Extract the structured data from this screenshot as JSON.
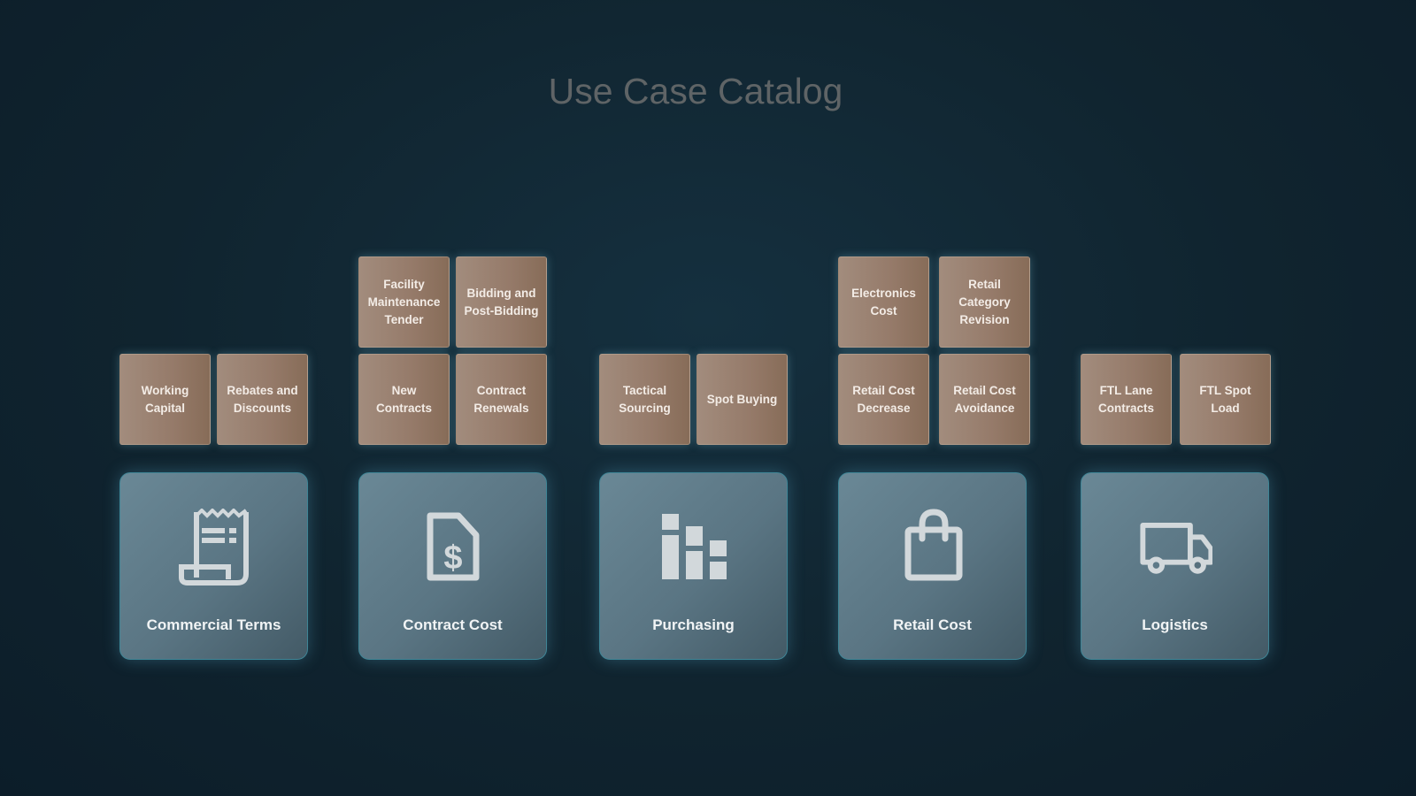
{
  "title": "Use Case Catalog",
  "groups": [
    {
      "label": "Commercial Terms",
      "icon": "receipt-icon",
      "bottom": [
        "Working Capital",
        "Rebates and Discounts"
      ],
      "top": []
    },
    {
      "label": "Contract Cost",
      "icon": "file-dollar-icon",
      "bottom": [
        "New Contracts",
        "Contract Renewals"
      ],
      "top": [
        "Facility Maintenance Tender",
        "Bidding and Post-Bidding"
      ]
    },
    {
      "label": "Purchasing",
      "icon": "bar-chart-icon",
      "bottom": [
        "Tactical Sourcing",
        "Spot Buying"
      ],
      "top": []
    },
    {
      "label": "Retail Cost",
      "icon": "shopping-bag-icon",
      "bottom": [
        "Retail Cost Decrease",
        "Retail Cost Avoidance"
      ],
      "top": [
        "Electronics Cost",
        "Retail Category Revision"
      ]
    },
    {
      "label": "Logistics",
      "icon": "truck-icon",
      "bottom": [
        "FTL Lane Contracts",
        "FTL Spot Load"
      ],
      "top": []
    }
  ]
}
